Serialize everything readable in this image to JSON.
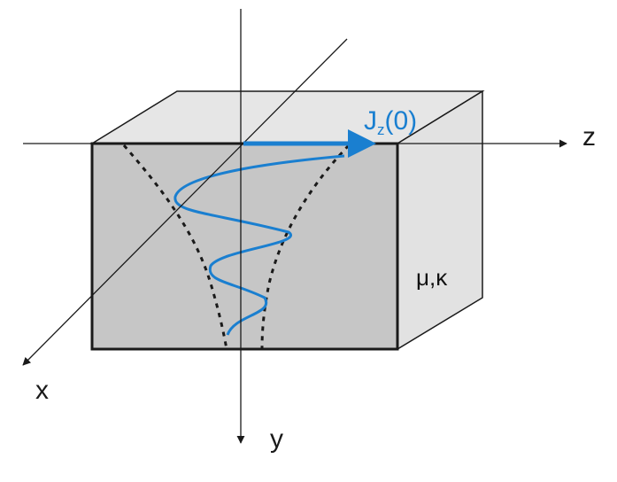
{
  "labels": {
    "axis_x": "x",
    "axis_y": "y",
    "axis_z": "z",
    "current_main": "J",
    "current_sub": "z",
    "current_arg": "(0)",
    "material": "μ,κ"
  },
  "colors": {
    "front_face": "#c6c6c6",
    "top_face": "#e6e6e6",
    "side_face": "#e2e2e2",
    "outline": "#1a1a1a",
    "current": "#1a7fd0",
    "envelope": "#1a1a1a"
  }
}
